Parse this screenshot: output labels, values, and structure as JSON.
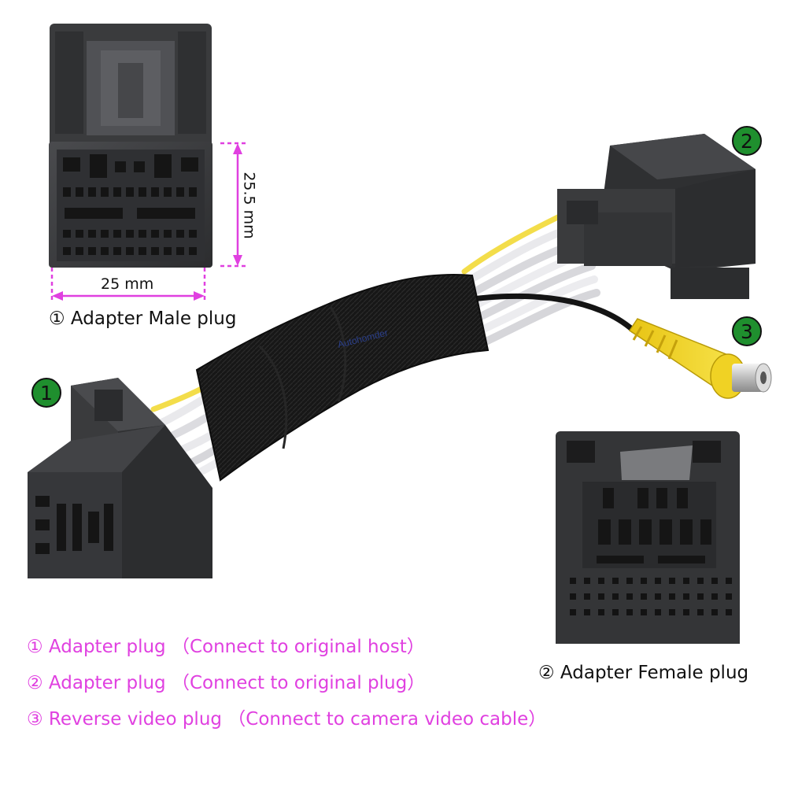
{
  "colors": {
    "accent_magenta": "#e040e0",
    "badge_green": "#1f8f2e",
    "connector_dark": "#3a3b3d",
    "rca_yellow": "#f2d21b",
    "wire_yellow": "#f3dd4a",
    "sleeve_black": "#161616"
  },
  "dimensions": {
    "height_label": "25.5 mm",
    "width_label": "25 mm"
  },
  "captions": {
    "male_plug": "① Adapter Male plug",
    "female_plug": "② Adapter Female plug"
  },
  "badges": {
    "badge_1": "1",
    "badge_2": "2",
    "badge_3": "3"
  },
  "notes": [
    "①  Adapter plug （Connect to original host）",
    "② Adapter plug （Connect to original plug）",
    "③ Reverse video plug （Connect to camera video cable）"
  ],
  "watermark": "Autohomder"
}
